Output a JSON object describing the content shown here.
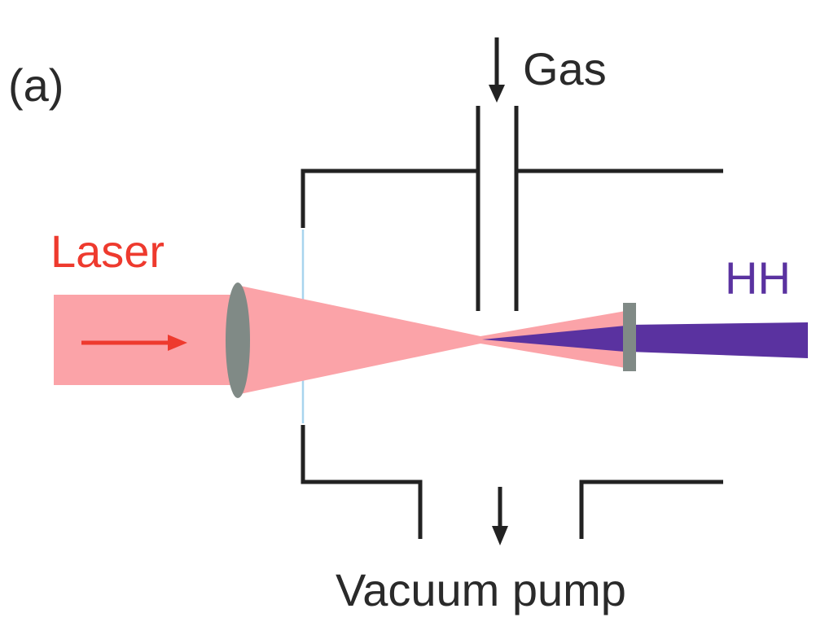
{
  "panel_label": "(a)",
  "labels": {
    "gas": "Gas",
    "laser": "Laser",
    "harmonics": "HH",
    "vacuum_pump": "Vacuum pump"
  },
  "colors": {
    "laser_beam": "#fba3a8",
    "laser_text": "#ee3a2e",
    "laser_arrow": "#ee3a2e",
    "harmonic_beam": "#5a32a0",
    "harmonic_text": "#5a32a0",
    "lens": "#808a86",
    "filter": "#808a86",
    "chamber_wall": "#222222",
    "window": "#a8d4ee",
    "text": "#2a2a2a"
  }
}
